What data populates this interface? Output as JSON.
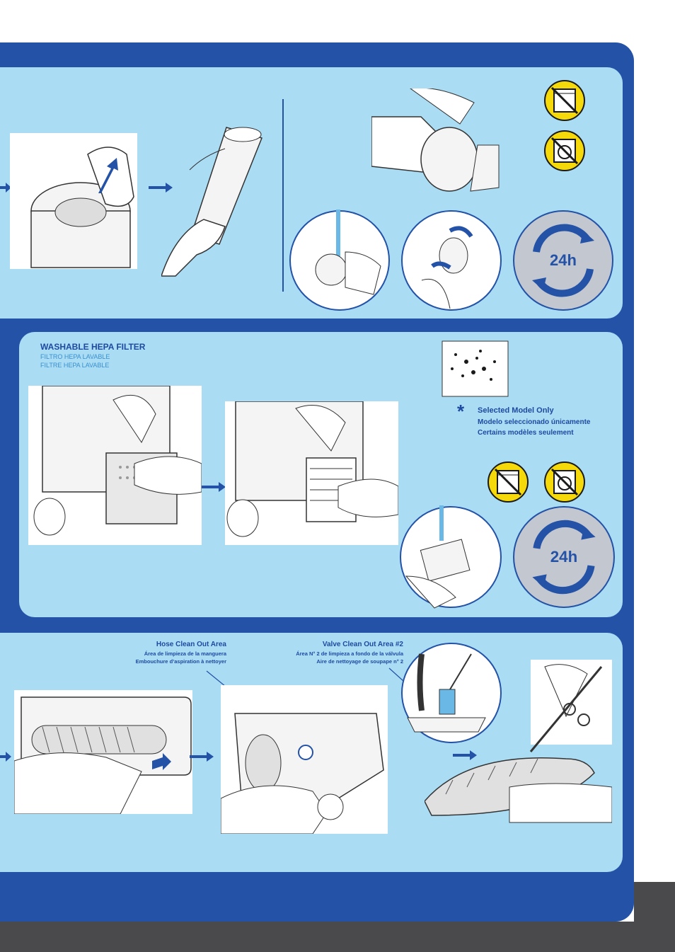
{
  "hepa": {
    "title": "WASHABLE HEPA FILTER",
    "sub_es": "FILTRO HEPA LAVABLE",
    "sub_fr": "FILTRE HEPA LAVABLE"
  },
  "selected_model": {
    "symbol": "*",
    "en": "Selected Model Only",
    "es": "Modelo seleccionado únicamente",
    "fr": "Certains modèles seulement"
  },
  "hose_area": {
    "en": "Hose Clean Out Area",
    "es": "Área de limpieza de la manguera",
    "fr": "Embouchure d’aspiration à nettoyer"
  },
  "valve_area": {
    "en": "Valve Clean Out Area #2",
    "es": "Área N° 2 de limpieza a fondo de la válvula",
    "fr": "Aire de nettoyage de soupape n° 2"
  },
  "dry_time_label": "24h",
  "colors": {
    "frame_blue": "#2352a6",
    "panel_light_blue": "#aadcf4",
    "icon_yellow": "#f5d90a",
    "dark_gray": "#4a4a4c"
  },
  "icons": [
    "no-dishwasher-icon",
    "no-washing-machine-icon",
    "24h-dry-icon",
    "arrow-right-icon",
    "asterisk-icon"
  ]
}
